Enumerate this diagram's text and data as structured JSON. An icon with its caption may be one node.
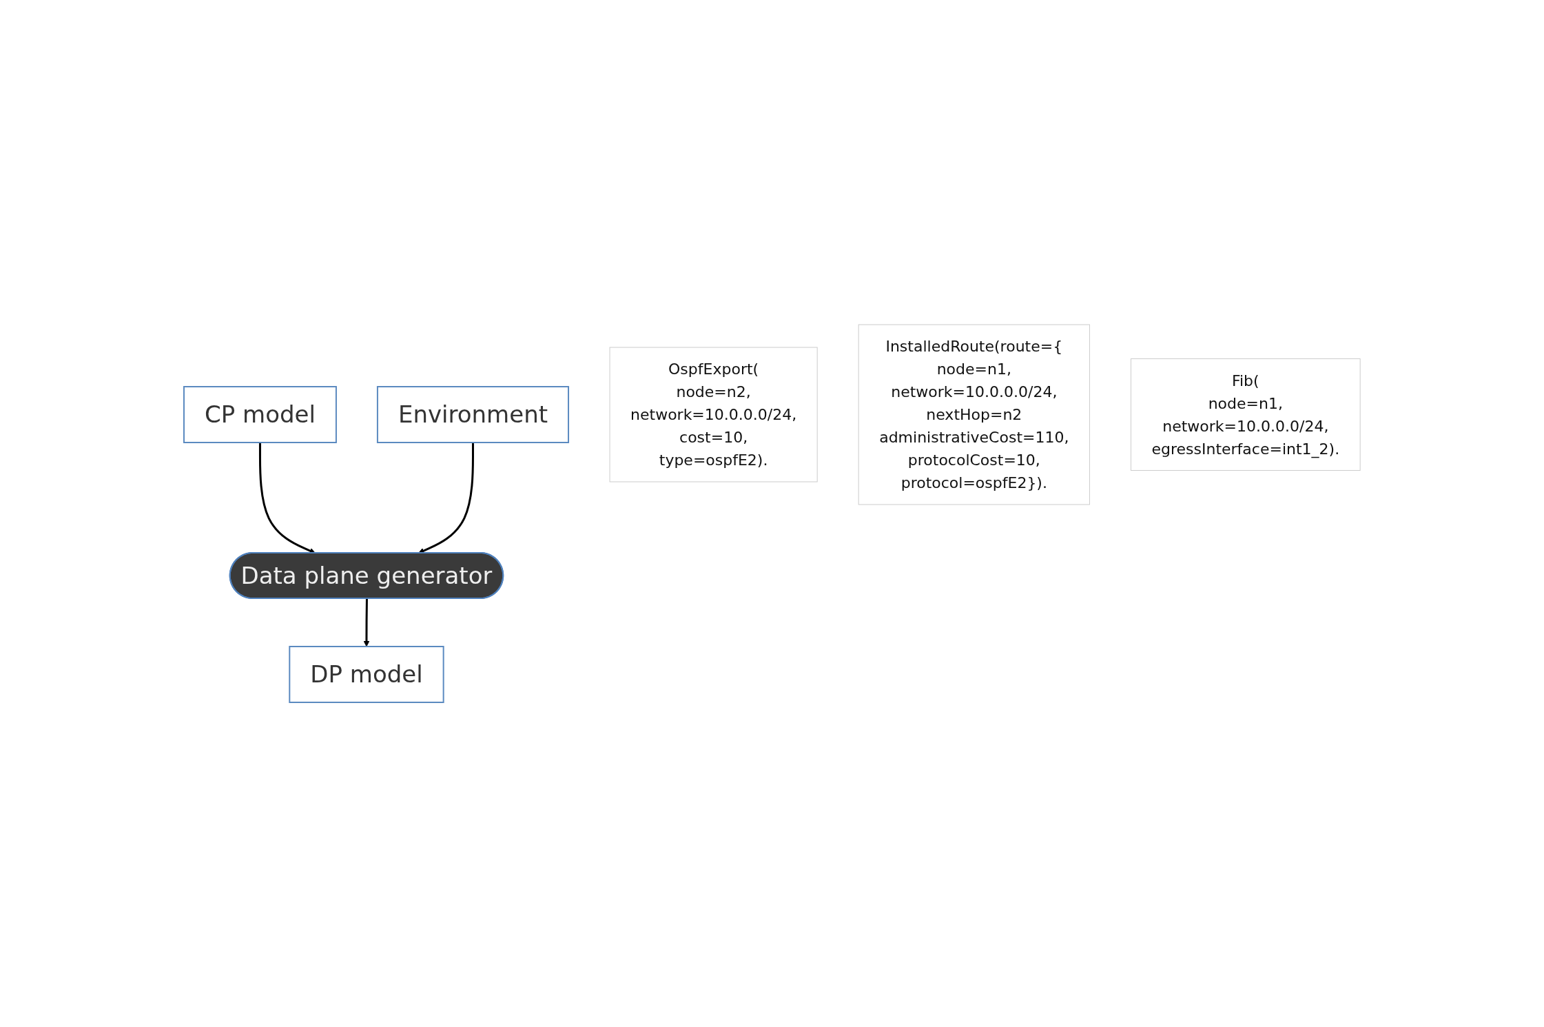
{
  "diagram": {
    "nodes": [
      {
        "text": [
          "CP model"
        ]
      },
      {
        "text": [
          "Environment"
        ]
      },
      {
        "text": [
          "Data plane generator"
        ]
      },
      {
        "text": [
          "DP model"
        ]
      },
      {
        "text": [
          "OspfExport(",
          "node=n2,",
          "network=10.0.0.0/24,",
          "cost=10,",
          "type=ospfE2)."
        ]
      },
      {
        "text": [
          "InstalledRoute(route={",
          "node=n1,",
          "network=10.0.0.0/24,",
          "nextHop=n2",
          "administrativeCost=110,",
          "protocolCost=10,",
          "protocol=ospfE2})."
        ]
      },
      {
        "text": [
          "Fib(",
          "node=n1,",
          "network=10.0.0.0/24,",
          "egressInterface=int1_2)."
        ]
      }
    ],
    "edges": [
      {
        "from": 0,
        "to": 2,
        "arrow": "to"
      },
      {
        "from": 1,
        "to": 2,
        "arrow": "to"
      },
      {
        "from": 2,
        "to": 3,
        "arrow": "to"
      }
    ]
  }
}
